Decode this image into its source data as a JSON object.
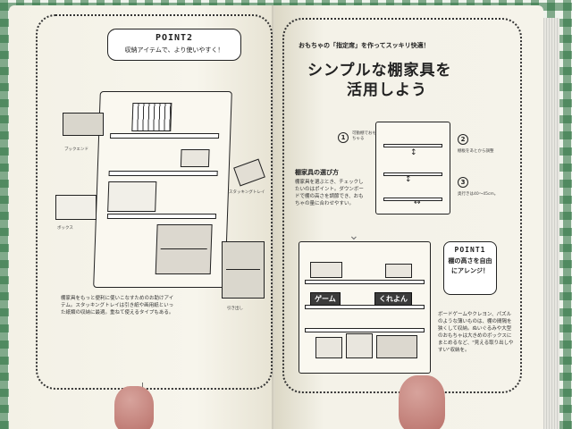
{
  "left": {
    "point_label": "POINT2",
    "point_caption": "収納アイテムで、より使いやすく！",
    "item_bookend": "ブックエンド",
    "item_box": "ボックス",
    "item_tray": "スタッキングトレイ",
    "item_drawer": "引き出し",
    "caption": "棚家具をもっと便利に使いこなすためのお助けアイテム。スタッキングトレイは引き紙や画用紙といった紙類の収納に最適。重ねて使えるタイプもある。"
  },
  "right": {
    "heading_small": "おもちゃの「指定席」を作ってスッキリ快適！",
    "heading_line1": "シンプルな棚家具を",
    "heading_line2": "活用しよう",
    "step1": "可動棚でおもちゃる",
    "step2": "棚板をあとから調整",
    "step3": "奥行きは40〜45cm。",
    "howto_title": "棚家具の選び方",
    "howto_text": "棚家具を選ぶとき、チェックしたいのはポイント。ダウンボードで棚の高さを調節でき、おもちゃの量に合わせやすい。",
    "point1_label": "POINT1",
    "point1_text": "棚の高さを自由にアレンジ！",
    "sign_game": "ゲーム",
    "sign_crayon": "くれよん",
    "caption": "ボードゲームやクレヨン、パズルのような薄いものは、棚の間隔を狭くして収納。ぬいぐるみや大型のおもちゃは大きめのボックスにまとめるなど、\"見える取り出しやすい\"収納を。"
  },
  "page_marker": "|"
}
